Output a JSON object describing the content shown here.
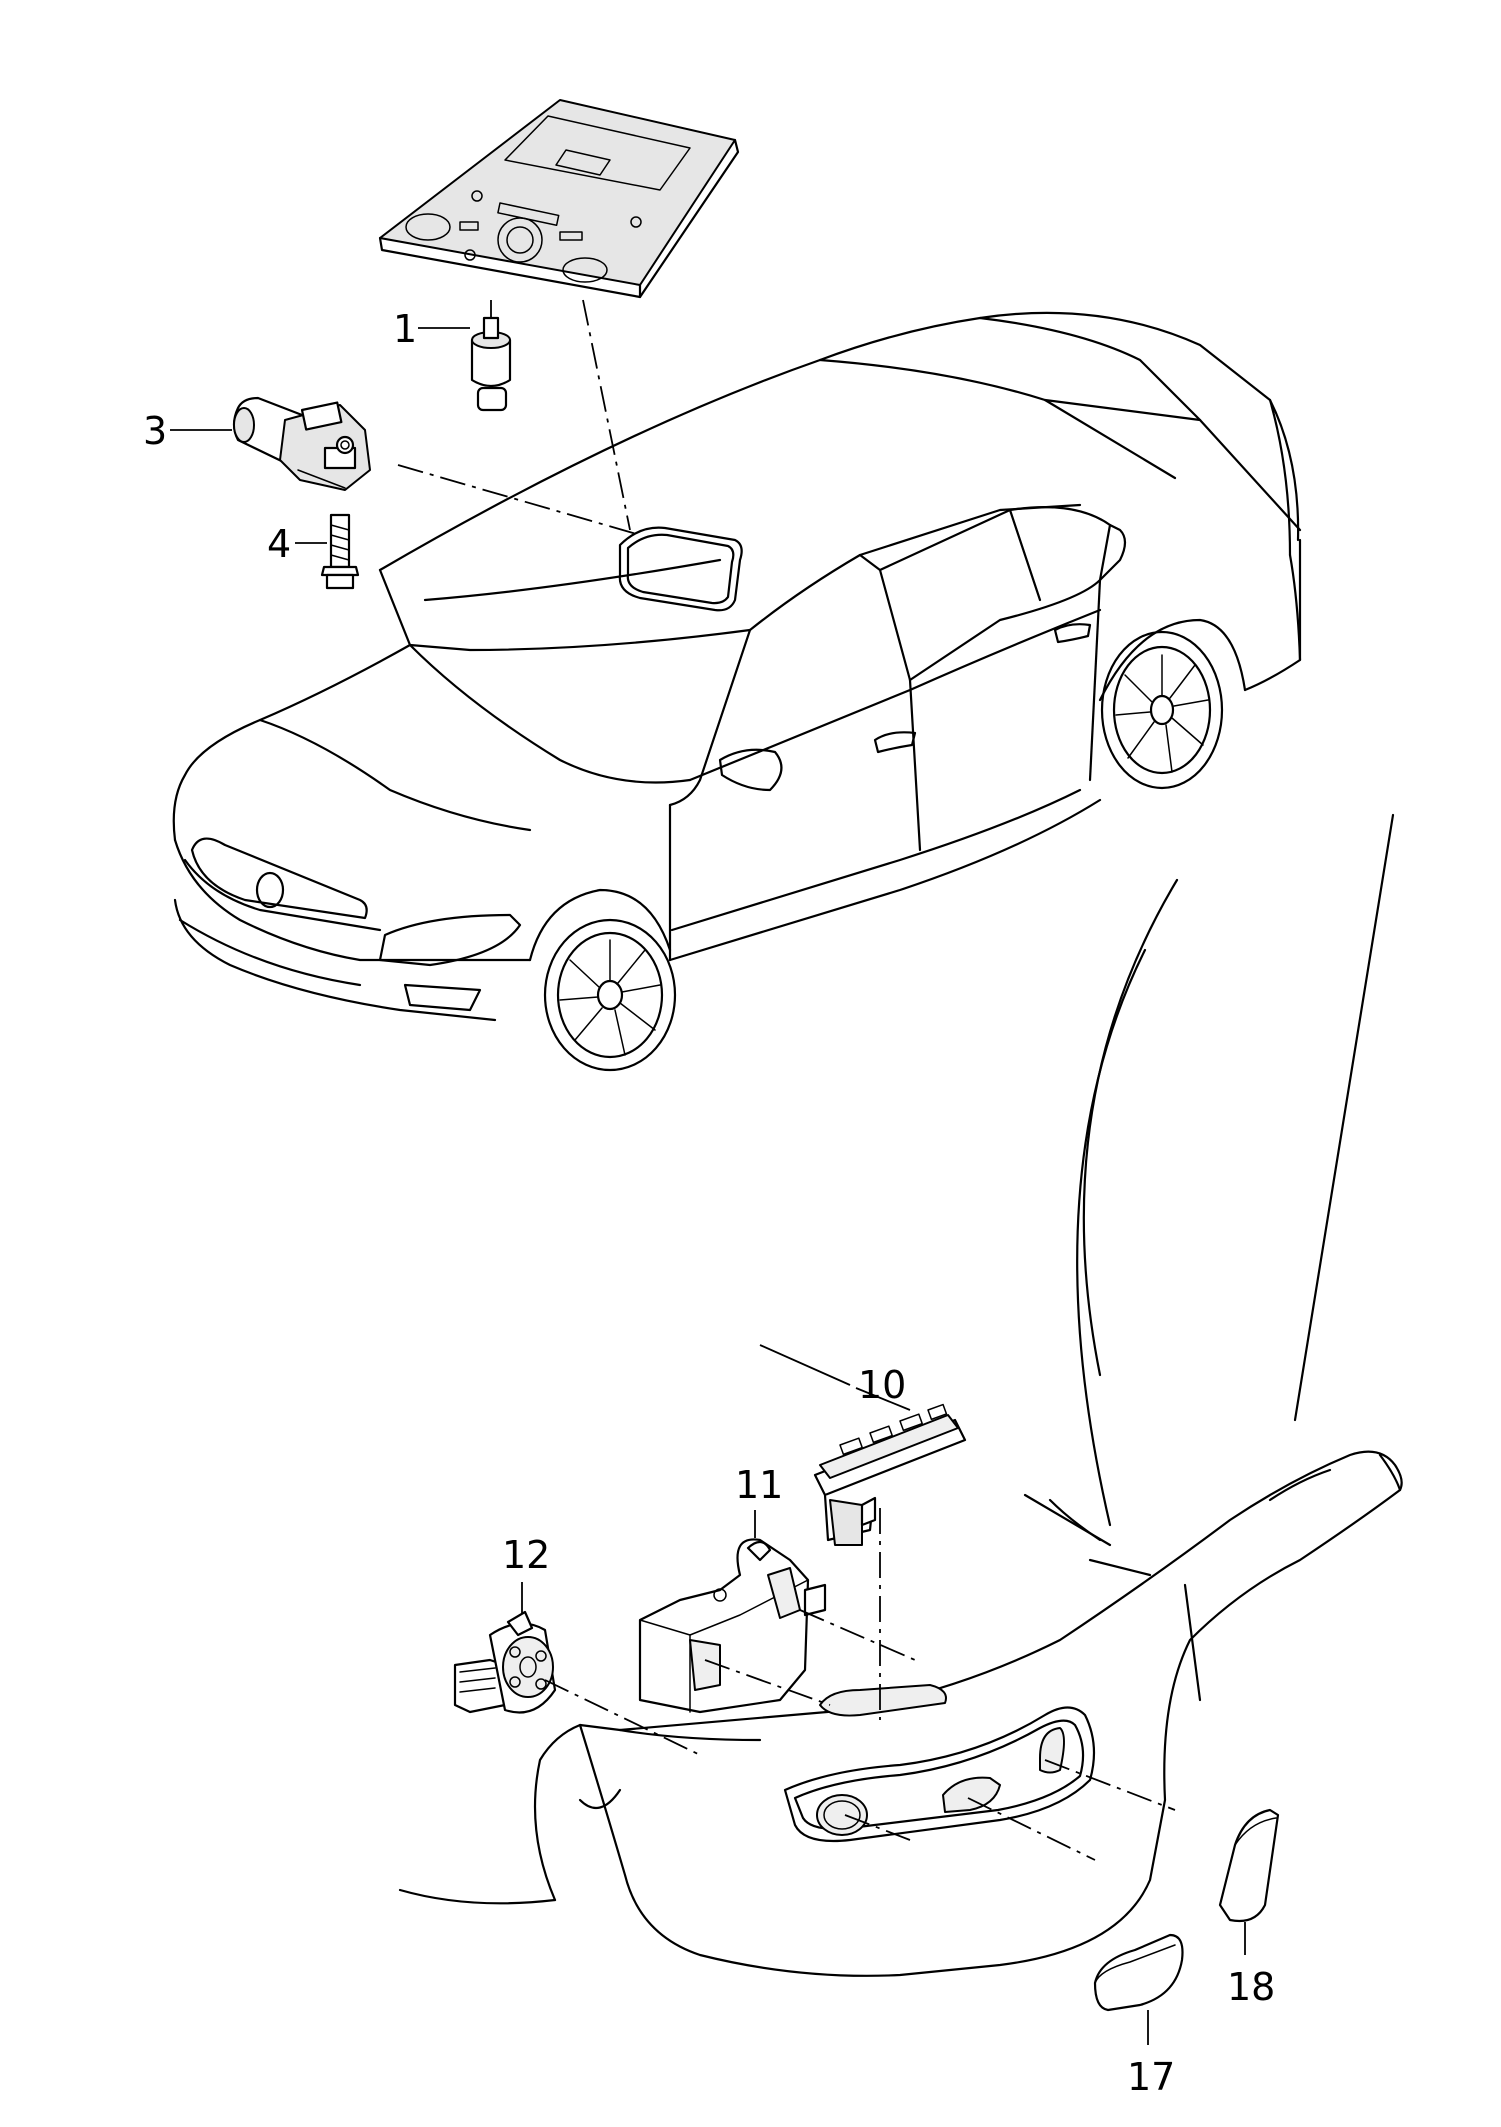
{
  "callouts": [
    {
      "id": "1",
      "label": "1"
    },
    {
      "id": "3",
      "label": "3"
    },
    {
      "id": "4",
      "label": "4"
    },
    {
      "id": "10",
      "label": "10"
    },
    {
      "id": "11",
      "label": "11"
    },
    {
      "id": "12",
      "label": "12"
    },
    {
      "id": "17",
      "label": "17"
    },
    {
      "id": "18",
      "label": "18"
    }
  ]
}
